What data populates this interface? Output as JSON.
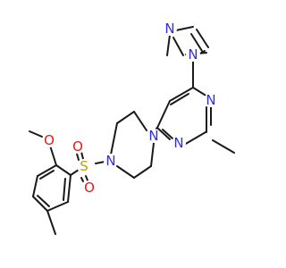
{
  "molecule": {
    "atoms": {
      "n_pyrazole_2": "N",
      "n_pyrazole_1": "N",
      "n_pyrimidine_1": "N",
      "n_pyrimidine_3": "N",
      "n_piperazine_4": "N",
      "n_piperazine_1": "N",
      "s_sulfonyl": "S",
      "o_sulfonyl_top": "O",
      "o_sulfonyl_bottom": "O",
      "o_methoxy": "O"
    }
  },
  "colors": {
    "bond": "#1a1a1a",
    "nitrogen": "#2f2fd6",
    "oxygen": "#e01b1b",
    "sulfur": "#b8a400"
  }
}
